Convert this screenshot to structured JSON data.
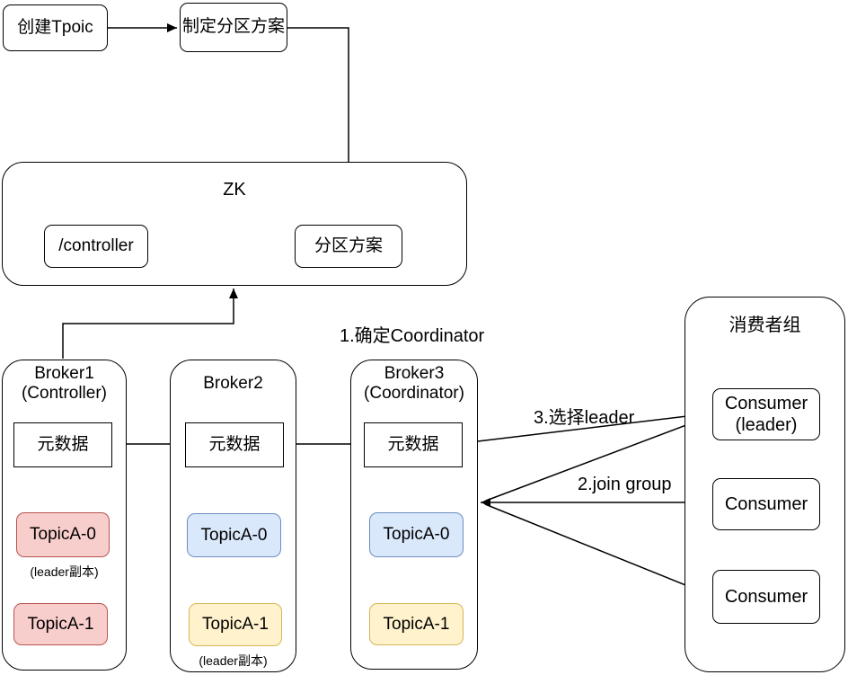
{
  "diagram": {
    "flow": {
      "create_topic": "创建Tpoic",
      "make_plan": "制定分区方案"
    },
    "zk": {
      "title": "ZK",
      "controller_node": "/controller",
      "plan_node": "分区方案"
    },
    "brokers": [
      {
        "title": "Broker1",
        "subtitle": "(Controller)",
        "meta": "元数据",
        "topics": [
          {
            "label": "TopicA-0",
            "color": "pink",
            "note": "(leader副本)"
          },
          {
            "label": "TopicA-1",
            "color": "pink",
            "note": ""
          }
        ]
      },
      {
        "title": "Broker2",
        "subtitle": "",
        "meta": "元数据",
        "topics": [
          {
            "label": "TopicA-0",
            "color": "blue",
            "note": ""
          },
          {
            "label": "TopicA-1",
            "color": "yellow",
            "note": "(leader副本)"
          }
        ]
      },
      {
        "title": "Broker3",
        "subtitle": "(Coordinator)",
        "meta": "元数据",
        "topics": [
          {
            "label": "TopicA-0",
            "color": "blue",
            "note": ""
          },
          {
            "label": "TopicA-1",
            "color": "yellow",
            "note": ""
          }
        ]
      }
    ],
    "consumer_group": {
      "title": "消费者组",
      "consumers": [
        {
          "label": "Consumer",
          "sublabel": "(leader)"
        },
        {
          "label": "Consumer",
          "sublabel": ""
        },
        {
          "label": "Consumer",
          "sublabel": ""
        }
      ]
    },
    "annotations": {
      "step1": "1.确定Coordinator",
      "step2": "2.join group",
      "step3": "3.选择leader"
    },
    "colors": {
      "pink_fill": "#f8cecc",
      "pink_stroke": "#b85450",
      "blue_fill": "#dae8fc",
      "blue_stroke": "#6c8ebf",
      "yellow_fill": "#fff2cc",
      "yellow_stroke": "#d6b656",
      "line": "#000000"
    }
  }
}
